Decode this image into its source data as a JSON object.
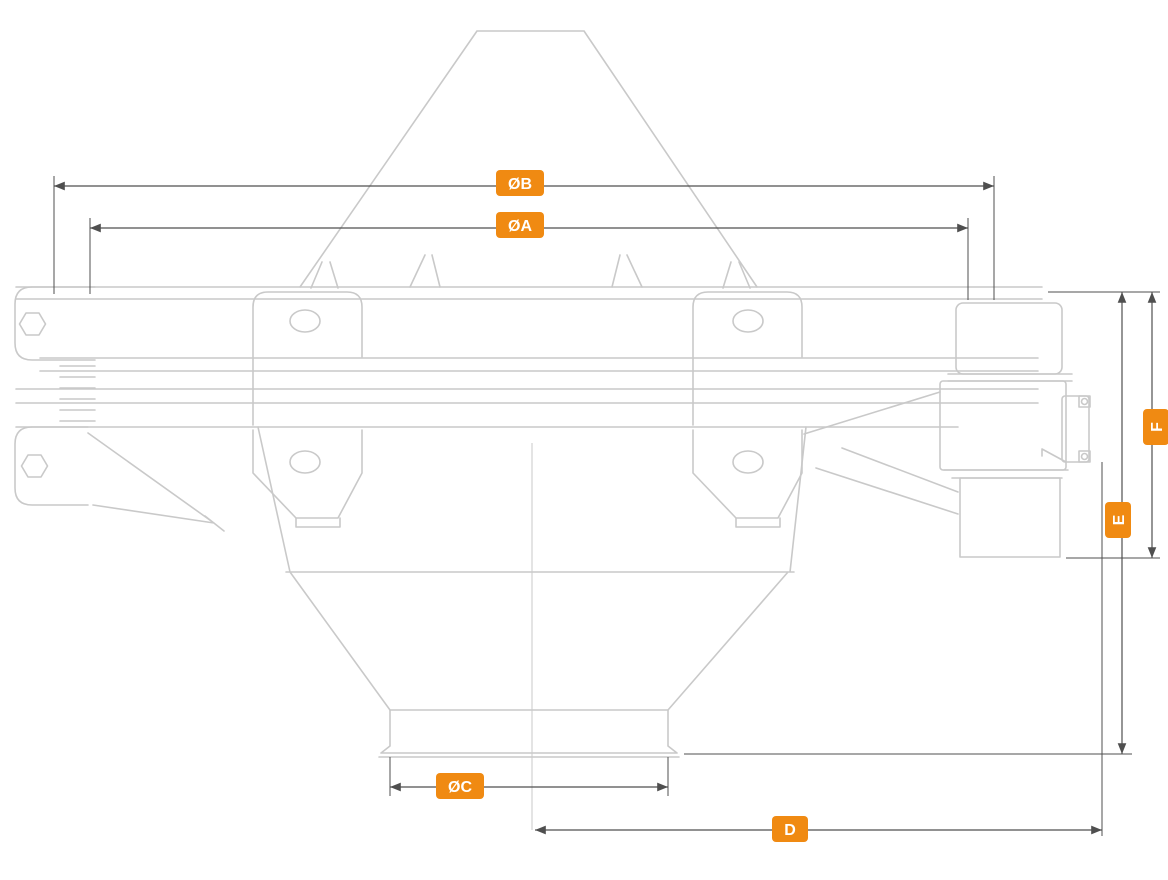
{
  "diagram": {
    "dimension_labels": {
      "a": "ØA",
      "b": "ØB",
      "c": "ØC",
      "d": "D",
      "e": "E",
      "f": "F"
    },
    "colors": {
      "background": "#ffffff",
      "drawing_line": "#c9c9c9",
      "dimension_line": "#4f4f4f",
      "label_bg": "#f08a12",
      "label_text": "#ffffff"
    }
  }
}
